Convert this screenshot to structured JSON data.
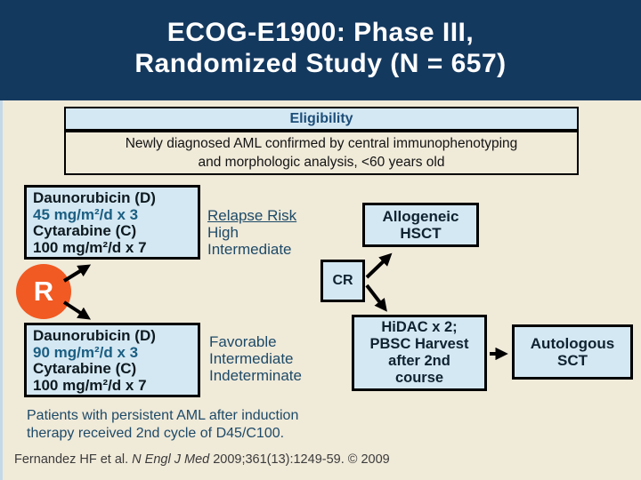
{
  "colors": {
    "header_navy": "#14395f",
    "background_cream": "#f0ead9",
    "box_light_blue": "#d4e8f3",
    "randomization_orange": "#f15a22",
    "dose_text_blue": "#1b5e82",
    "label_navy": "#1d4a68"
  },
  "header": {
    "title_line1": "ECOG-E1900: Phase III,",
    "title_line2": "Randomized Study (N = 657)"
  },
  "eligibility": {
    "title": "Eligibility",
    "line1": "Newly diagnosed AML confirmed by central immunophenotyping",
    "line2": "and morphologic analysis, <60 years old"
  },
  "arm_a": {
    "lines": [
      "Daunorubicin (D)",
      "45 mg/m²/d x 3",
      "Cytarabine (C)",
      "100 mg/m²/d x 7"
    ]
  },
  "arm_b": {
    "lines": [
      "Daunorubicin (D)",
      "90 mg/m²/d x 3",
      "Cytarabine (C)",
      "100 mg/m²/d x 7"
    ]
  },
  "risk_top": {
    "label": "Relapse Risk",
    "items": [
      "High",
      "Intermediate"
    ]
  },
  "risk_bottom": {
    "items": [
      "Favorable",
      "Intermediate",
      "Indeterminate"
    ]
  },
  "nodes": {
    "randomization": "R",
    "cr": "CR",
    "allogeneic": [
      "Allogeneic",
      "HSCT"
    ],
    "hidac": [
      "HiDAC x 2;",
      "PBSC Harvest",
      "after 2nd",
      "course"
    ],
    "autologous": [
      "Autologous",
      "SCT"
    ]
  },
  "footnote": {
    "line1": "Patients with persistent AML after induction",
    "line2": "therapy received 2nd cycle of D45/C100."
  },
  "citation": {
    "authors": "Fernandez HF et al.",
    "journal": "N Engl J Med",
    "rest": "2009;361(13):1249-59. © 2009"
  }
}
